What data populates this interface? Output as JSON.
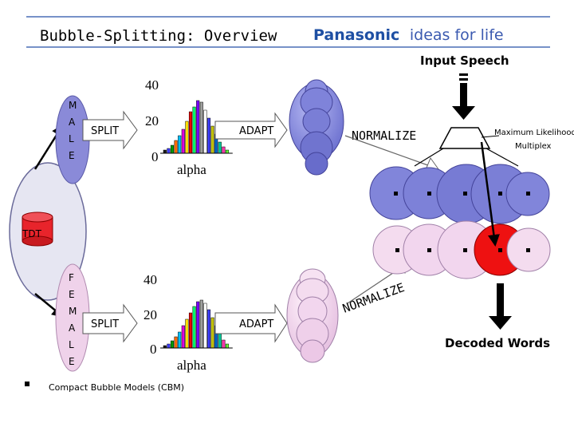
{
  "header": {
    "title": "Bubble-Splitting: Overview",
    "brand": "Panasonic",
    "tagline": "ideas for life",
    "brand_color": "#1e4fa3",
    "line_color": "#4a6fb5"
  },
  "center_db": {
    "label": "TDT",
    "color": "#e8242b"
  },
  "male_panel": {
    "oval_letters": [
      "M",
      "A",
      "L",
      "E"
    ],
    "split_label": "SPLIT",
    "adapt_label": "ADAPT",
    "hist_ticks": [
      "40",
      "20",
      "0"
    ],
    "hist_xlabel": "alpha"
  },
  "female_panel": {
    "oval_letters": [
      "F",
      "E",
      "M",
      "A",
      "L",
      "E"
    ],
    "split_label": "SPLIT",
    "adapt_label": "ADAPT",
    "hist_ticks": [
      "40",
      "20",
      "0"
    ],
    "hist_xlabel": "alpha"
  },
  "normalize_top": "NORMALIZE",
  "normalize_bottom": "NORMALIZE",
  "input_label": "Input Speech",
  "ml_line1": "Maximum Likelihood",
  "ml_line2": "Multiplex",
  "decoded_label": "Decoded Words",
  "footnote": "Compact Bubble Models (CBM)",
  "icons": {
    "database": "database-cylinder-icon",
    "bullet": "bullet-icon",
    "arrow": "down-arrow-icon"
  },
  "colors": {
    "male_bubble": "#7b7fd6",
    "female_bubble": "#f2d6ee",
    "selected_bubble": "#ee1111",
    "oval_male": "#8a8ad8",
    "oval_female": "#efd2ea"
  }
}
